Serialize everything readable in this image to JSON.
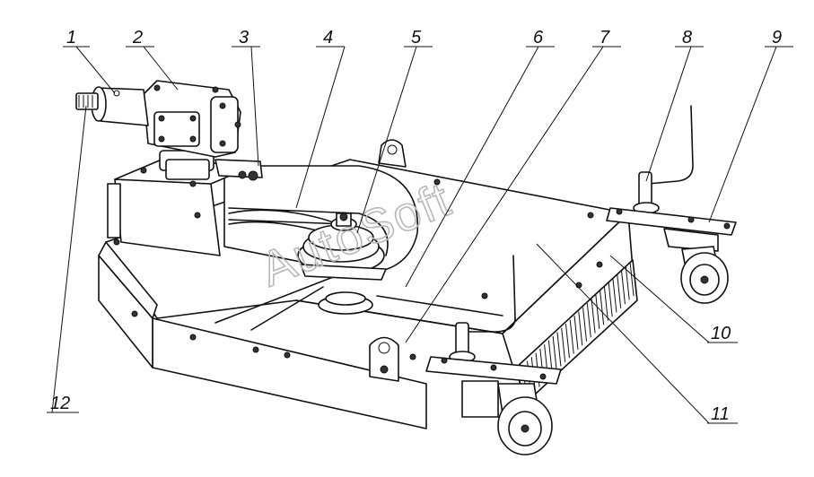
{
  "callouts": [
    {
      "id": "1",
      "label": "1"
    },
    {
      "id": "2",
      "label": "2"
    },
    {
      "id": "3",
      "label": "3"
    },
    {
      "id": "4",
      "label": "4"
    },
    {
      "id": "5",
      "label": "5"
    },
    {
      "id": "6",
      "label": "6"
    },
    {
      "id": "7",
      "label": "7"
    },
    {
      "id": "8",
      "label": "8"
    },
    {
      "id": "9",
      "label": "9"
    },
    {
      "id": "10",
      "label": "10"
    },
    {
      "id": "11",
      "label": "11"
    },
    {
      "id": "12",
      "label": "12"
    }
  ],
  "watermark": {
    "text": "AutoSoft"
  }
}
